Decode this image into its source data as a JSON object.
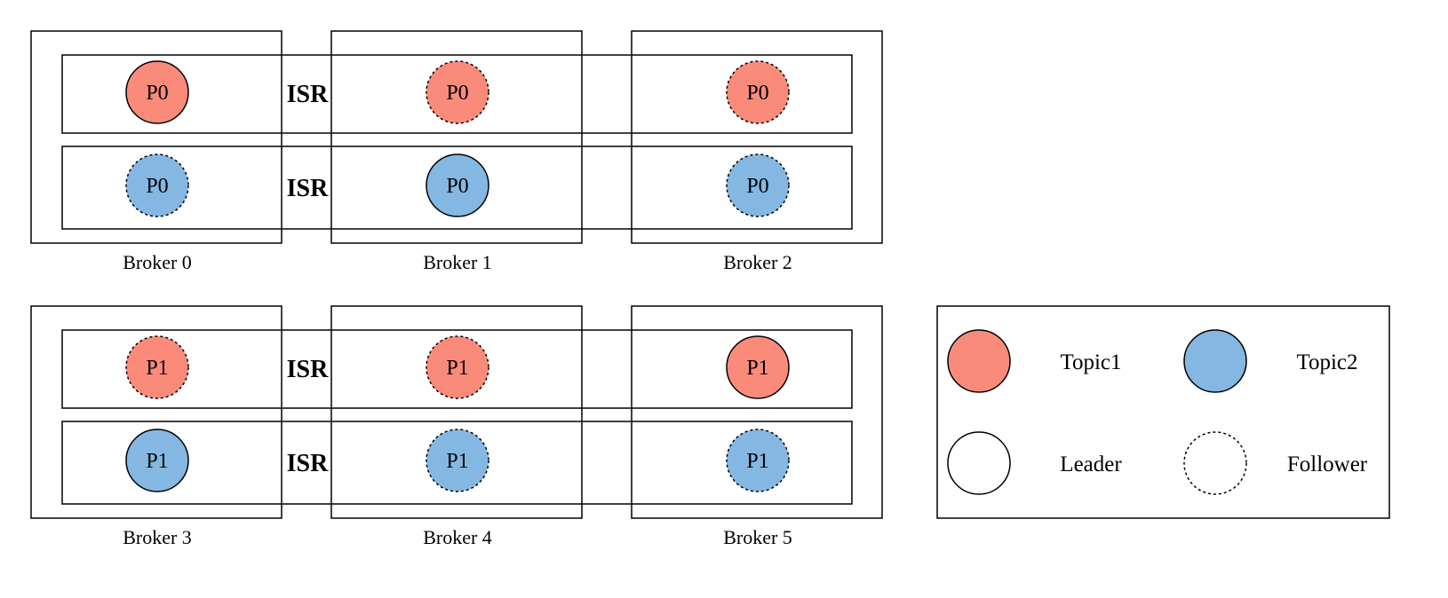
{
  "colors": {
    "topic1": "#fa8b7a",
    "topic2": "#84b8e3",
    "leader": "#ffffff",
    "follower": "#ffffff",
    "stroke": "#000000"
  },
  "clusters": [
    {
      "brokers": [
        "Broker 0",
        "Broker 1",
        "Broker 2"
      ],
      "rows": [
        {
          "topic": "topic1",
          "isr_label": "ISR",
          "replicas": [
            {
              "label": "P0",
              "role": "leader"
            },
            {
              "label": "P0",
              "role": "follower"
            },
            {
              "label": "P0",
              "role": "follower"
            }
          ]
        },
        {
          "topic": "topic2",
          "isr_label": "ISR",
          "replicas": [
            {
              "label": "P0",
              "role": "follower"
            },
            {
              "label": "P0",
              "role": "leader"
            },
            {
              "label": "P0",
              "role": "follower"
            }
          ]
        }
      ]
    },
    {
      "brokers": [
        "Broker 3",
        "Broker 4",
        "Broker 5"
      ],
      "rows": [
        {
          "topic": "topic1",
          "isr_label": "ISR",
          "replicas": [
            {
              "label": "P1",
              "role": "follower"
            },
            {
              "label": "P1",
              "role": "follower"
            },
            {
              "label": "P1",
              "role": "leader"
            }
          ]
        },
        {
          "topic": "topic2",
          "isr_label": "ISR",
          "replicas": [
            {
              "label": "P1",
              "role": "leader"
            },
            {
              "label": "P1",
              "role": "follower"
            },
            {
              "label": "P1",
              "role": "follower"
            }
          ]
        }
      ]
    }
  ],
  "legend": {
    "items": [
      {
        "label": "Topic1",
        "fill_key": "topic1",
        "style": "solid",
        "icon": "topic1-swatch-icon"
      },
      {
        "label": "Topic2",
        "fill_key": "topic2",
        "style": "solid",
        "icon": "topic2-swatch-icon"
      },
      {
        "label": "Leader",
        "fill_key": "leader",
        "style": "solid",
        "icon": "leader-swatch-icon"
      },
      {
        "label": "Follower",
        "fill_key": "follower",
        "style": "dashed",
        "icon": "follower-swatch-icon"
      }
    ]
  }
}
